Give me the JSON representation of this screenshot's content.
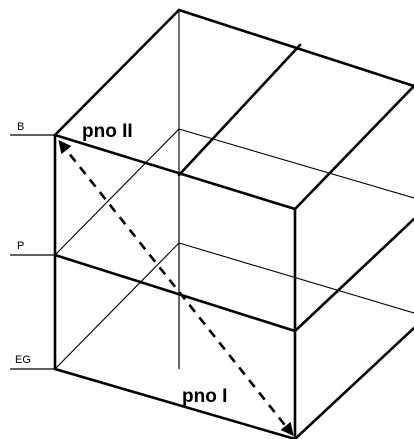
{
  "labels": {
    "level_top": "B",
    "level_mid": "P",
    "level_bottom": "EG",
    "plane_upper": "pno II",
    "plane_lower": "pno I"
  }
}
